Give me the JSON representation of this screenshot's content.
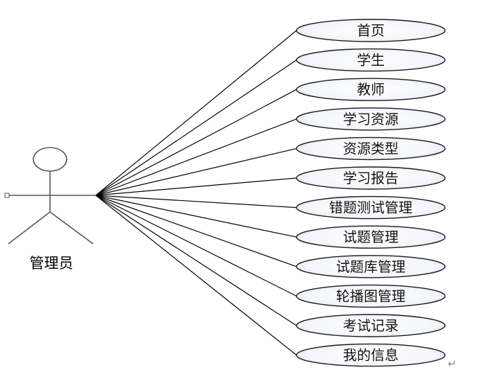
{
  "actor": {
    "label": "管理员"
  },
  "use_cases": [
    "首页",
    "学生",
    "教师",
    "学习资源",
    "资源类型",
    "学习报告",
    "错题测试管理",
    "试题管理",
    "试题库管理",
    "轮播图管理",
    "考试记录",
    "我的信息"
  ],
  "paragraph_mark": "↵",
  "colors": {
    "line": "#000000",
    "ellipse_stroke": "#1a1a1a",
    "ellipse_fill_edge": "#dde3f0",
    "ellipse_fill_center": "#ffffff",
    "actor_stroke": "#555555"
  }
}
